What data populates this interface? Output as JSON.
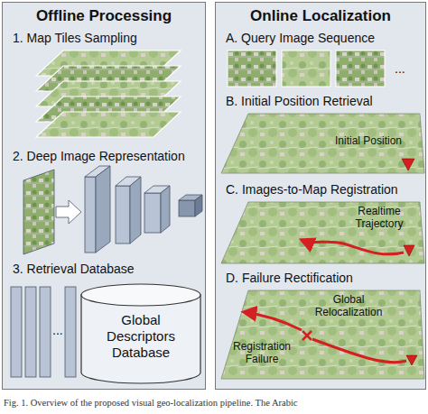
{
  "diagram": {
    "caption": "Fig. 1. Overview of the proposed visual geo-localization pipeline. The Arabic",
    "nodes": [
      {
        "text": [
          "Offline Processing"
        ]
      },
      {
        "text": [
          "Online Localization"
        ]
      },
      {
        "text": [
          "Global Descriptors Database"
        ],
        "in": 0
      }
    ],
    "labels": [
      "1. Map Tiles Sampling",
      "2. Deep Image Representation",
      "3. Retrieval Database",
      "...",
      "A. Query Image Sequence",
      "...",
      "B. Initial Position Retrieval",
      "Initial Position",
      "C. Images-to-Map Registration",
      "Realtime Trajectory",
      "D. Failure Rectification",
      "Global Relocalization",
      "Registration Failure"
    ]
  }
}
